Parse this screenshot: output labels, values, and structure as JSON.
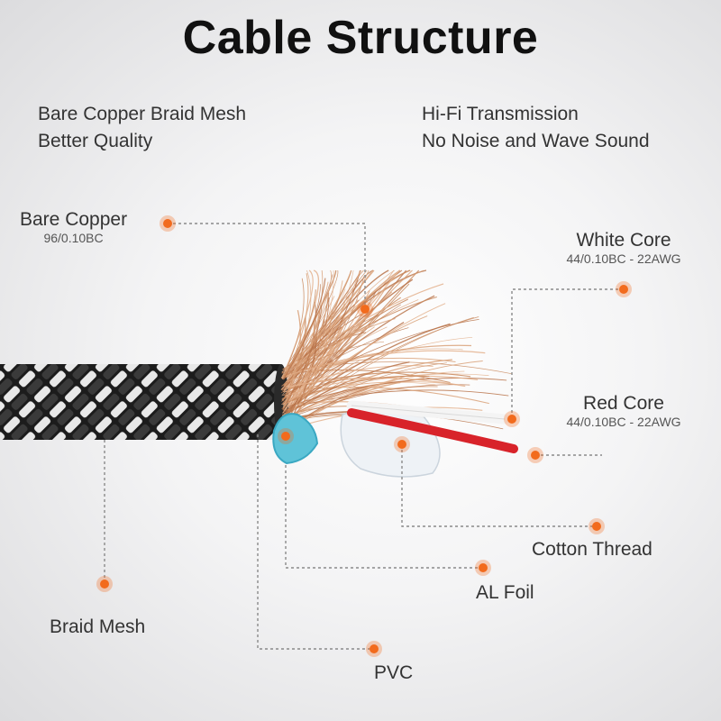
{
  "title": "Cable Structure",
  "features_left": [
    "Bare Copper Braid Mesh",
    "Better Quality"
  ],
  "features_right": [
    "Hi-Fi Transmission",
    "No Noise and Wave Sound"
  ],
  "components": {
    "bare_copper": {
      "label": "Bare Copper",
      "spec": "96/0.10BC"
    },
    "white_core": {
      "label": "White Core",
      "spec": "44/0.10BC - 22AWG"
    },
    "red_core": {
      "label": "Red Core",
      "spec": "44/0.10BC - 22AWG"
    },
    "cotton_thread": {
      "label": "Cotton Thread"
    },
    "al_foil": {
      "label": "AL Foil"
    },
    "braid_mesh": {
      "label": "Braid Mesh"
    },
    "pvc": {
      "label": "PVC"
    }
  },
  "colors": {
    "marker": "#f26b1d",
    "leader": "#8a8a8a",
    "copper": "#c98a5e",
    "red_core": "#d8232a",
    "pvc": "#5fc3d8"
  }
}
